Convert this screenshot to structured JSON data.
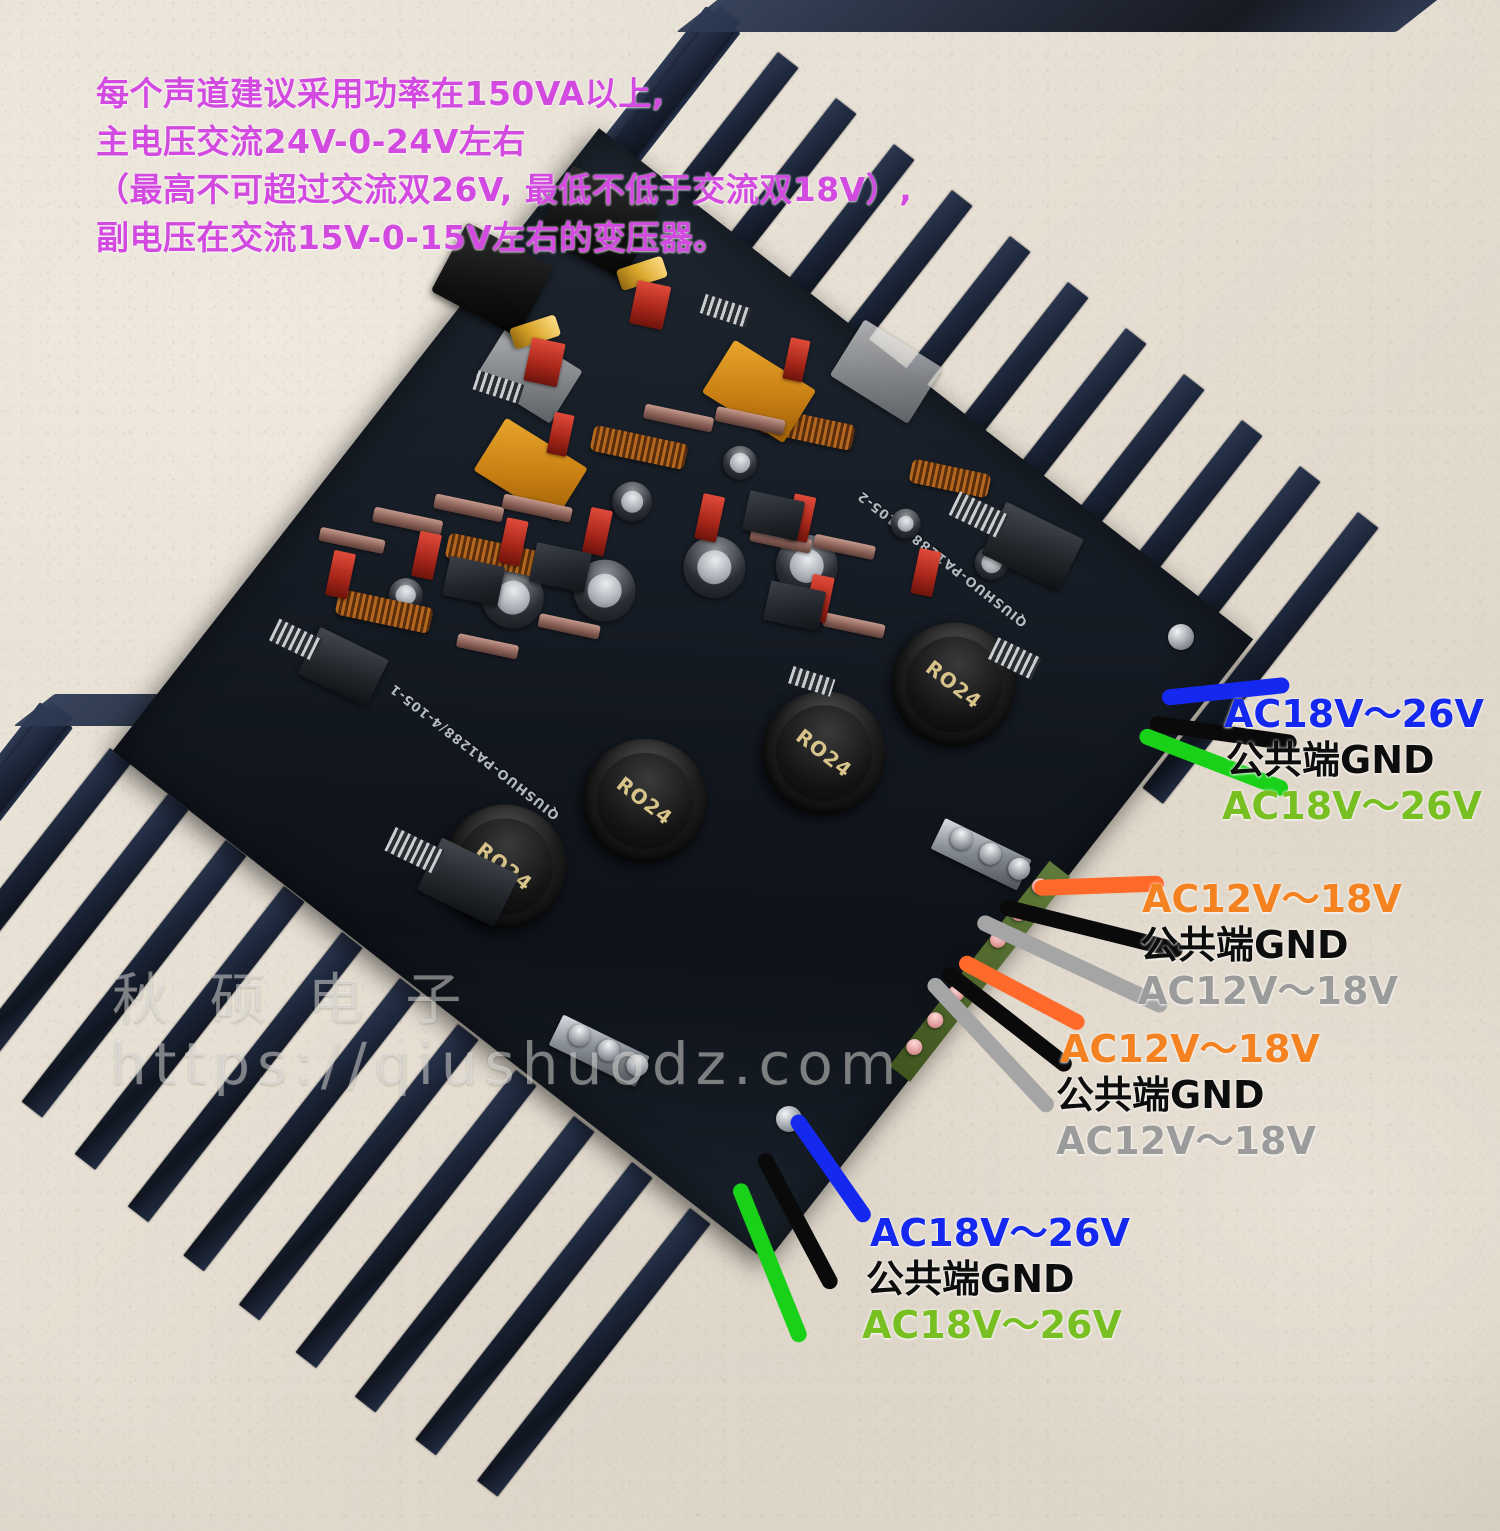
{
  "image": {
    "subject": "dual-channel audio power amplifier board with blue heatsinks",
    "background_color": "#e7e0d4"
  },
  "note": {
    "color": "#d24ae0",
    "lines": [
      "每个声道建议采用功率在150VA以上,",
      "主电压交流24V-0-24V左右",
      "（最高不可超过交流双26V, 最低不低于交流双18V）,",
      "副电压在交流15V-0-15V左右的变压器。"
    ]
  },
  "watermark": {
    "brand": "秋 硕 电 子",
    "url": "https://qiushuodz.com"
  },
  "pcb": {
    "silkscreen": [
      "QIUSHUO-PA1288/4-105-2",
      "QIUSHUO-PA1288/4-105-1"
    ],
    "capacitor_label": "RO24"
  },
  "colors": {
    "blue": "#1428f0",
    "black": "#0a0a0a",
    "green_text": "#78c022",
    "green_bar": "#19d119",
    "orange": "#f58220",
    "gray": "#9b9b9b"
  },
  "annotations": [
    {
      "group": "main-supply-top",
      "items": [
        {
          "name": "ac18-26v-blue-top",
          "text": "AC18V〜26V",
          "color": "#1428f0",
          "bar_color": "#1428f0"
        },
        {
          "name": "gnd-black-top",
          "text": "公共端GND",
          "color": "#0d0d0d",
          "bar_color": "#0a0a0a"
        },
        {
          "name": "ac18-26v-green-top",
          "text": "AC18V〜26V",
          "color": "#78c022",
          "bar_color": "#19d119"
        }
      ]
    },
    {
      "group": "aux-supply-upper",
      "items": [
        {
          "name": "ac12-18v-orange-upper",
          "text": "AC12V〜18V",
          "color": "#f58220",
          "bar_color": "#ff6a2a"
        },
        {
          "name": "gnd-black-upper",
          "text": "公共端GND",
          "color": "#0d0d0d",
          "bar_color": "#0a0a0a"
        },
        {
          "name": "ac12-18v-gray-upper",
          "text": "AC12V〜18V",
          "color": "#9b9b9b",
          "bar_color": "#a5a5a5"
        }
      ]
    },
    {
      "group": "aux-supply-lower",
      "items": [
        {
          "name": "ac12-18v-orange-lower",
          "text": "AC12V〜18V",
          "color": "#f58220",
          "bar_color": "#ff6a2a"
        },
        {
          "name": "gnd-black-lower",
          "text": "公共端GND",
          "color": "#0d0d0d",
          "bar_color": "#0a0a0a"
        },
        {
          "name": "ac12-18v-gray-lower",
          "text": "AC12V〜18V",
          "color": "#9b9b9b",
          "bar_color": "#a5a5a5"
        }
      ]
    },
    {
      "group": "main-supply-bottom",
      "items": [
        {
          "name": "ac18-26v-blue-bottom",
          "text": "AC18V〜26V",
          "color": "#1428f0",
          "bar_color": "#1428f0"
        },
        {
          "name": "gnd-black-bottom",
          "text": "公共端GND",
          "color": "#0d0d0d",
          "bar_color": "#0a0a0a"
        },
        {
          "name": "ac18-26v-green-bottom",
          "text": "AC18V〜26V",
          "color": "#78c022",
          "bar_color": "#19d119"
        }
      ]
    }
  ]
}
